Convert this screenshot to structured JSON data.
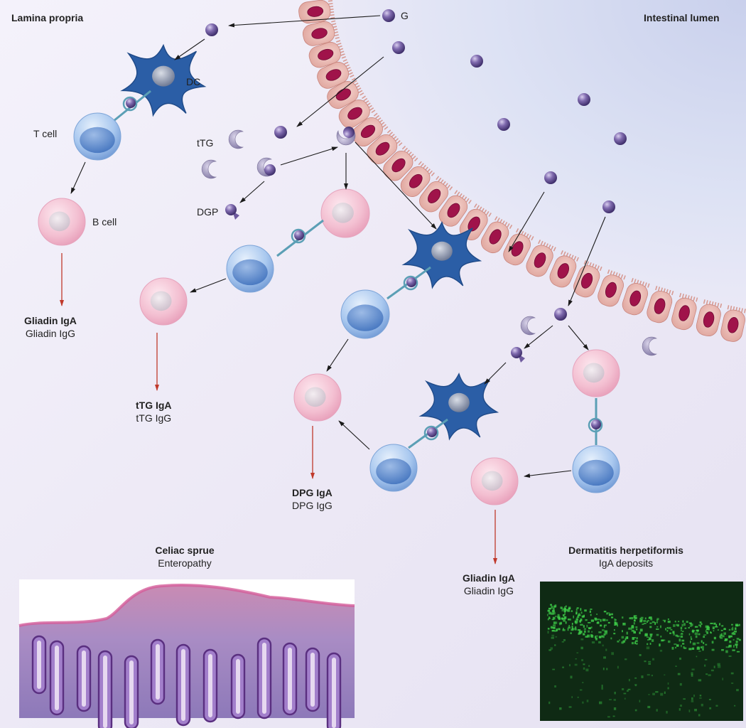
{
  "labels": {
    "lamina_propria": "Lamina propria",
    "intestinal_lumen": "Intestinal lumen",
    "g": "G",
    "dc": "DC",
    "t_cell": "T cell",
    "b_cell": "B cell",
    "ttg": "tTG",
    "dgp": "DGP"
  },
  "antibodies": [
    {
      "primary": "Gliadin IgA",
      "secondary": "Gliadin IgG"
    },
    {
      "primary": "tTG IgA",
      "secondary": "tTG IgG"
    },
    {
      "primary": "DPG IgA",
      "secondary": "DPG IgG"
    },
    {
      "primary": "Gliadin IgA",
      "secondary": "Gliadin IgG"
    }
  ],
  "panels": {
    "celiac": {
      "title": "Celiac sprue",
      "subtitle": "Enteropathy"
    },
    "dermatitis": {
      "title": "Dermatitis herpetiformis",
      "subtitle": "IgA deposits"
    }
  },
  "colors": {
    "epithelium": "#e8b4ae",
    "nucleus": "#a0134a",
    "lumen": "#e3e7f6",
    "dendritic_cell": "#2b5ea6",
    "t_cell": "#8fb6e6",
    "b_cell": "#f0b4c8",
    "gliadin": "#7a66a8",
    "ttg": "#8f86ad",
    "arrow_red": "#c0392b",
    "if_green": "#3fd04a"
  }
}
